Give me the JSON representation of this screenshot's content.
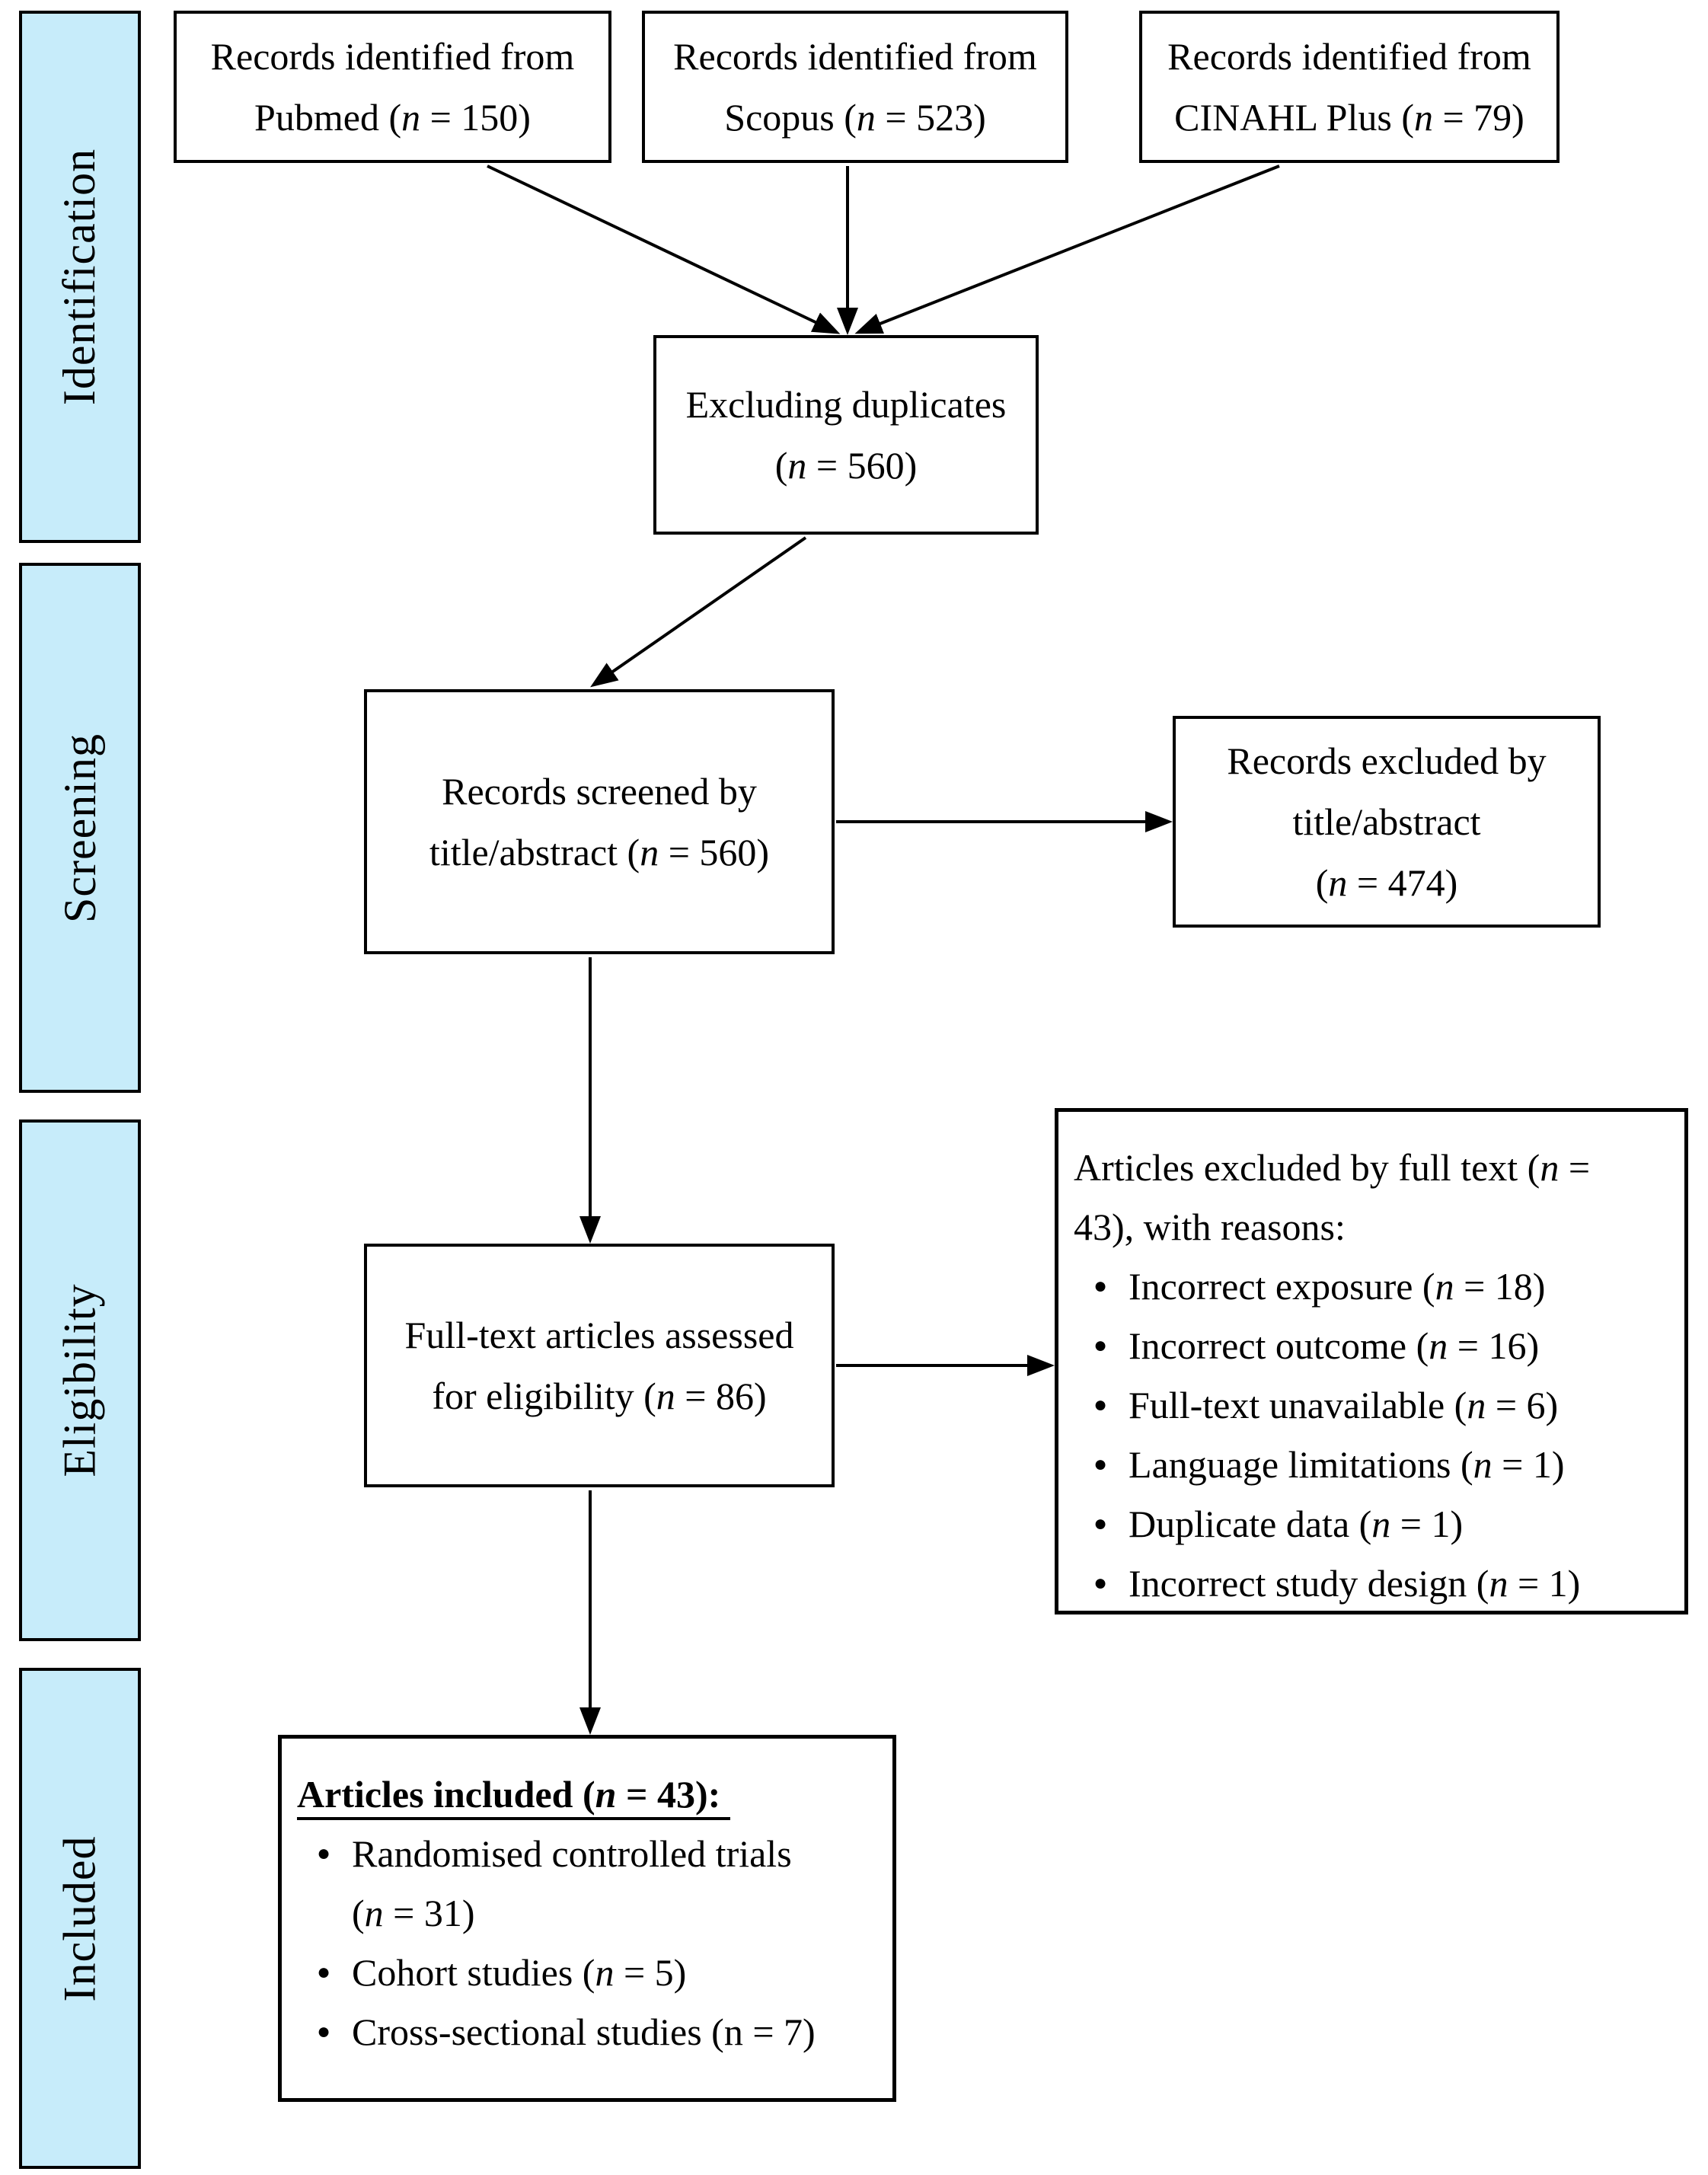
{
  "palette": {
    "stage_fill": "#c7ecfa",
    "box_fill": "#ffffff",
    "line_color": "#000000",
    "text_color": "#000000",
    "background": "#ffffff"
  },
  "glyphs": {
    "bullet": "●"
  },
  "stages": [
    {
      "label": "Identification"
    },
    {
      "label": "Screening"
    },
    {
      "label": "Eligibility"
    },
    {
      "label": "Included"
    }
  ],
  "boxes": {
    "pubmed": {
      "lines": [
        [
          {
            "t": "Records identified from"
          }
        ],
        [
          {
            "t": "Pubmed ("
          },
          {
            "t": "n",
            "i": 1
          },
          {
            "t": " = 150)"
          }
        ]
      ]
    },
    "scopus": {
      "lines": [
        [
          {
            "t": "Records identified from"
          }
        ],
        [
          {
            "t": "Scopus ("
          },
          {
            "t": "n",
            "i": 1
          },
          {
            "t": " = 523)"
          }
        ]
      ]
    },
    "cinahl": {
      "lines": [
        [
          {
            "t": "Records identified from"
          }
        ],
        [
          {
            "t": "CINAHL Plus ("
          },
          {
            "t": "n",
            "i": 1
          },
          {
            "t": " = 79)"
          }
        ]
      ]
    },
    "duplicates": {
      "lines": [
        [
          {
            "t": "Excluding duplicates"
          }
        ],
        [
          {
            "t": "("
          },
          {
            "t": "n",
            "i": 1
          },
          {
            "t": " = 560)"
          }
        ]
      ]
    },
    "screened": {
      "lines": [
        [
          {
            "t": "Records screened by"
          }
        ],
        [
          {
            "t": "title/abstract ("
          },
          {
            "t": "n",
            "i": 1
          },
          {
            "t": " = 560)"
          }
        ]
      ]
    },
    "excluded_title_abstract": {
      "lines": [
        [
          {
            "t": "Records excluded by"
          }
        ],
        [
          {
            "t": "title/abstract"
          }
        ],
        [
          {
            "t": "("
          },
          {
            "t": "n",
            "i": 1
          },
          {
            "t": " = 474)"
          }
        ]
      ]
    },
    "fulltext_assessed": {
      "lines": [
        [
          {
            "t": "Full-text articles assessed"
          }
        ],
        [
          {
            "t": "for eligibility ("
          },
          {
            "t": "n",
            "i": 1
          },
          {
            "t": " = 86)"
          }
        ]
      ]
    },
    "excluded_fulltext": {
      "lines": [
        [
          {
            "t": "Articles excluded by full text ("
          },
          {
            "t": "n",
            "i": 1
          },
          {
            "t": " ="
          }
        ],
        [
          {
            "t": "43), with reasons:"
          }
        ]
      ],
      "bullets": [
        {
          "lines": [
            [
              {
                "t": "Incorrect exposure ("
              },
              {
                "t": "n",
                "i": 1
              },
              {
                "t": " = 18)"
              }
            ]
          ]
        },
        {
          "lines": [
            [
              {
                "t": "Incorrect outcome ("
              },
              {
                "t": "n",
                "i": 1
              },
              {
                "t": " = 16)"
              }
            ]
          ]
        },
        {
          "lines": [
            [
              {
                "t": "Full-text unavailable ("
              },
              {
                "t": "n",
                "i": 1
              },
              {
                "t": " = 6)"
              }
            ]
          ]
        },
        {
          "lines": [
            [
              {
                "t": "Language limitations ("
              },
              {
                "t": "n",
                "i": 1
              },
              {
                "t": " = 1)"
              }
            ]
          ]
        },
        {
          "lines": [
            [
              {
                "t": "Duplicate data ("
              },
              {
                "t": "n",
                "i": 1
              },
              {
                "t": " = 1)"
              }
            ]
          ]
        },
        {
          "lines": [
            [
              {
                "t": "Incorrect study design ("
              },
              {
                "t": "n",
                "i": 1
              },
              {
                "t": " = 1)"
              }
            ]
          ]
        }
      ]
    },
    "included": {
      "lines": [
        [
          {
            "t": "Articles included (",
            "b": 1,
            "u": 1
          },
          {
            "t": "n",
            "b": 1,
            "i": 1,
            "u": 1
          },
          {
            "t": " = 43): ",
            "b": 1,
            "u": 1
          }
        ]
      ],
      "bullets": [
        {
          "lines": [
            [
              {
                "t": "Randomised controlled trials"
              }
            ],
            [
              {
                "t": "("
              },
              {
                "t": "n",
                "i": 1
              },
              {
                "t": " = 31)"
              }
            ]
          ]
        },
        {
          "lines": [
            [
              {
                "t": "Cohort studies ("
              },
              {
                "t": "n",
                "i": 1
              },
              {
                "t": " = 5)"
              }
            ]
          ]
        },
        {
          "lines": [
            [
              {
                "t": "Cross-sectional studies (n = 7)"
              }
            ]
          ]
        }
      ]
    }
  }
}
